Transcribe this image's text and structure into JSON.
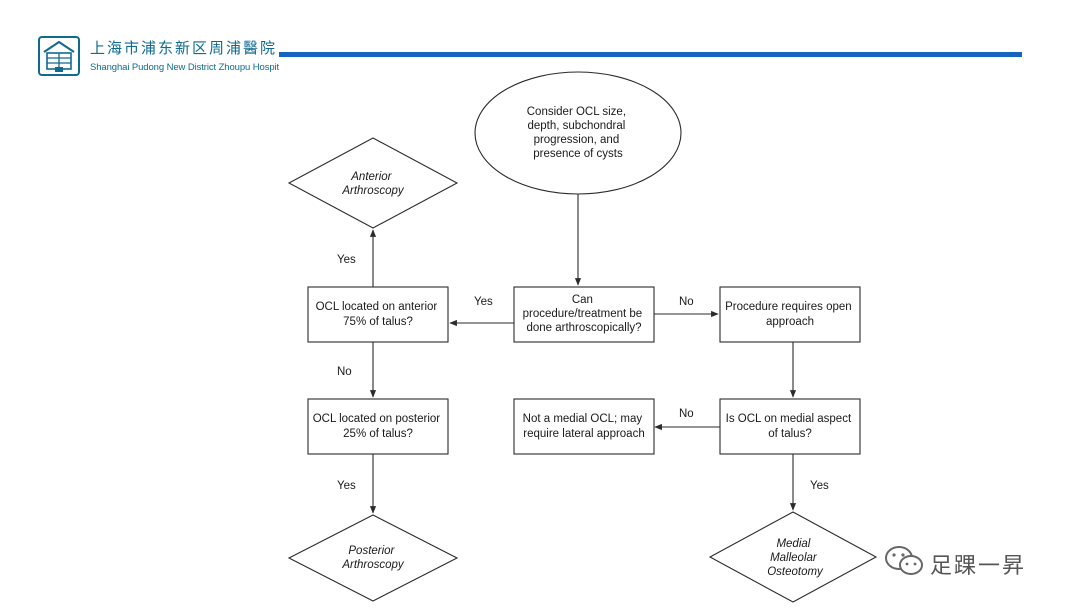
{
  "header": {
    "hospital_cn": "上海市浦东新区周浦醫院",
    "hospital_en": "Shanghai Pudong New District Zhoupu Hospit",
    "logo_icon": "hospital-logo-icon",
    "bar_color": "#1565c0",
    "text_color": "#0f6a8f"
  },
  "flowchart": {
    "nodes": {
      "start": [
        "Consider OCL size,",
        "depth, subchondral",
        "progression, and",
        "presence of cysts"
      ],
      "arthroscopic_q": [
        "Can",
        "procedure/treatment be",
        "done arthroscopically?"
      ],
      "anterior_q": [
        "OCL located on anterior",
        "75% of talus?"
      ],
      "posterior_q": [
        "OCL located on posterior",
        "25% of talus?"
      ],
      "open_approach": [
        "Procedure requires open",
        "approach"
      ],
      "medial_q": [
        "Is OCL on medial aspect",
        "of talus?"
      ],
      "lateral": [
        "Not a medial OCL; may",
        "require lateral approach"
      ],
      "anterior_arthroscopy": [
        "Anterior",
        "Arthroscopy"
      ],
      "posterior_arthroscopy": [
        "Posterior",
        "Arthroscopy"
      ],
      "medial_osteotomy": [
        "Medial",
        "Malleolar",
        "Osteotomy"
      ]
    },
    "edges": {
      "arthro_yes": "Yes",
      "arthro_no": "No",
      "anterior_yes": "Yes",
      "anterior_no": "No",
      "posterior_yes": "Yes",
      "medial_no": "No",
      "medial_yes": "Yes"
    }
  },
  "watermark": {
    "icon": "wechat-icon",
    "text": "足踝一昇"
  }
}
